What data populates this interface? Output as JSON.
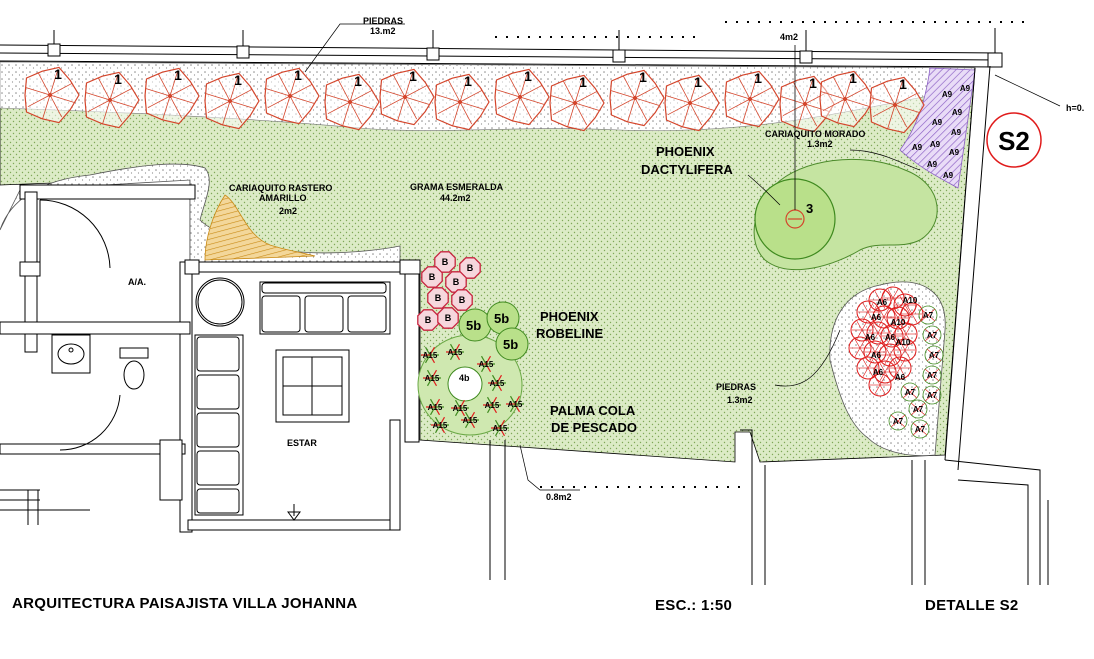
{
  "title": "ARQUITECTURA PAISAJISTA  VILLA JOHANNA",
  "scale": "ESC.: 1:50",
  "detail": "DETALLE S2",
  "sheet_badge": "S2",
  "labels": {
    "piedras_top": "PIEDRAS",
    "piedras_top_area": "13.m2",
    "four_m2": "4m2",
    "h_mark": "h=0.",
    "cariaquito_morado": "CARIAQUITO MORADO",
    "cariaquito_morado_area": "1.3m2",
    "phoenix_dactylifera_1": "PHOENIX",
    "phoenix_dactylifera_2": "DACTYLIFERA",
    "cariaquito_rastero_1": "CARIAQUITO RASTERO",
    "cariaquito_rastero_2": "AMARILLO",
    "cariaquito_rastero_area": "2m2",
    "grama_esmeralda": "GRAMA ESMERALDA",
    "grama_esmeralda_area": "44.2m2",
    "aa": "A/A.",
    "estar": "ESTAR",
    "phoenix_robeline_1": "PHOENIX",
    "phoenix_robeline_2": "ROBELINE",
    "palma_cola_1": "PALMA COLA",
    "palma_cola_2": "DE PESCADO",
    "piedras_right": "PIEDRAS",
    "piedras_right_area": "1.3m2",
    "small_area": "0.8m2"
  },
  "plant_codes": {
    "tree": "1",
    "palm": "3",
    "b": "B",
    "p5b": "5b",
    "p4b": "4b",
    "a15": "A15",
    "a9": "A9",
    "a6": "A6",
    "a7": "A7",
    "a10": "A10"
  },
  "colors": {
    "lawn": "#cfe3b4",
    "lawn_dot": "#7fa858",
    "gravel": "#9a9a9a",
    "tree_stroke": "#d4452b",
    "palm_fill": "#b9e08a",
    "palm_stroke": "#3f8a1f",
    "pink": "#c7243f",
    "yellow": "#e0a52a",
    "violet": "#8a5ec4",
    "red": "#e01b1b"
  }
}
